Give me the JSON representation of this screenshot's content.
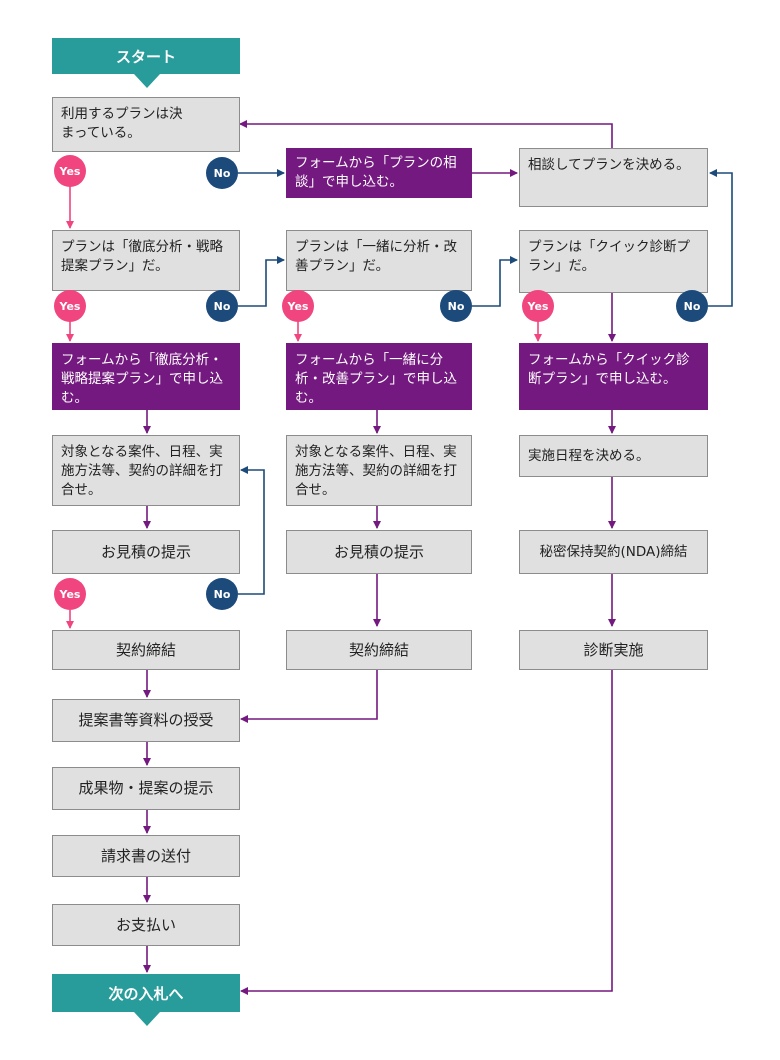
{
  "colors": {
    "teal": "#279c9a",
    "purple": "#74197f",
    "navy": "#1c4a7a",
    "pink": "#f0457f",
    "box_fill": "#e0e0e0"
  },
  "start": "スタート",
  "end": "次の入札へ",
  "yes": "Yes",
  "no": "No",
  "left": {
    "q_plan_decided": "利用するプランは決まっている。",
    "q_thorough": "プランは「徹底分析・戦略提案プラン」だ。",
    "apply_thorough": "フォームから「徹底分析・戦略提案プラン」で申し込む。",
    "discuss_details": "対象となる案件、日程、実施方法等、契約の詳細を打合せ。",
    "quote": "お見積の提示",
    "contract": "契約締結",
    "receive_docs": "提案書等資料の授受",
    "deliverables": "成果物・提案の提示",
    "invoice": "請求書の送付",
    "payment": "お支払い"
  },
  "middle": {
    "apply_consult": "フォームから「プランの相談」で申し込む。",
    "q_improve": "プランは「一緒に分析・改善プラン」だ。",
    "apply_improve": "フォームから「一緒に分析・改善プラン」で申し込む。",
    "discuss_details": "対象となる案件、日程、実施方法等、契約の詳細を打合せ。",
    "quote": "お見積の提示",
    "contract": "契約締結"
  },
  "right": {
    "consult_decide": "相談してプランを決める。",
    "q_quick": "プランは「クイック診断プラン」だ。",
    "apply_quick": "フォームから「クイック診断プラン」で申し込む。",
    "schedule": "実施日程を決める。",
    "nda": "秘密保持契約(NDA)締結",
    "diagnosis": "診断実施"
  }
}
